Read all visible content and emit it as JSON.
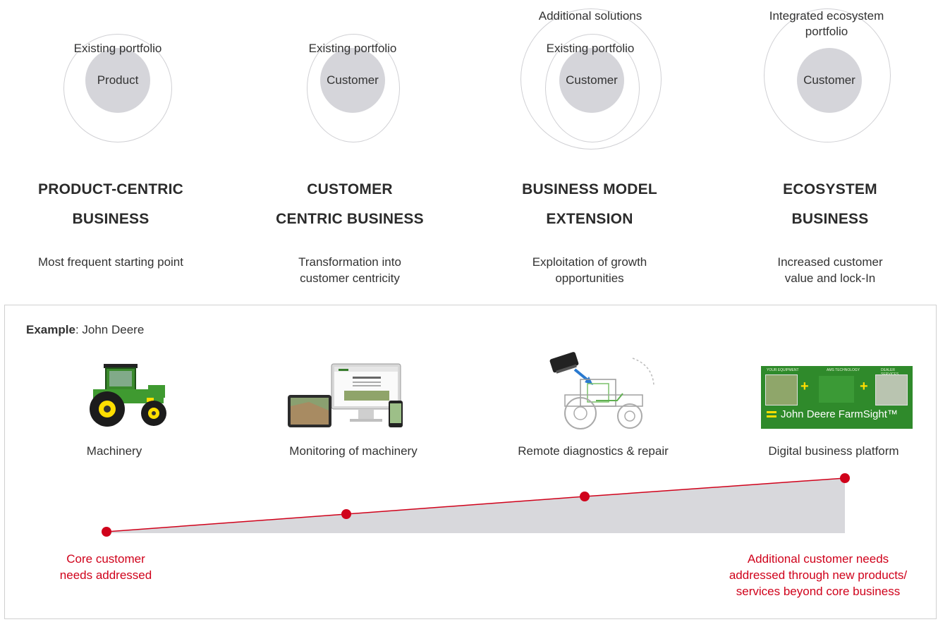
{
  "stages": [
    {
      "inner_label": "Product",
      "ring_label": "Existing portfolio",
      "title_line1": "PRODUCT-CENTRIC",
      "title_line2": "BUSINESS",
      "desc_line1": "Most frequent starting point",
      "desc_line2": ""
    },
    {
      "inner_label": "Customer",
      "ring_label": "Existing portfolio",
      "title_line1": "CUSTOMER",
      "title_line2": "CENTRIC BUSINESS",
      "desc_line1": "Transformation into",
      "desc_line2": "customer centricity"
    },
    {
      "inner_label": "Customer",
      "ring_label": "Existing portfolio",
      "outer_label": "Additional solutions",
      "title_line1": "BUSINESS MODEL",
      "title_line2": "EXTENSION",
      "desc_line1": "Exploitation of growth",
      "desc_line2": "opportunities"
    },
    {
      "inner_label": "Customer",
      "outer_label_line1": "Integrated ecosystem",
      "outer_label_line2": "portfolio",
      "title_line1": "ECOSYSTEM",
      "title_line2": "BUSINESS",
      "desc_line1": "Increased customer",
      "desc_line2": "value and lock-In"
    }
  ],
  "example": {
    "prefix": "Example",
    "company": ": John Deere",
    "items": [
      {
        "caption": "Machinery",
        "icon": "tractor-icon"
      },
      {
        "caption": "Monitoring of machinery",
        "icon": "devices-icon"
      },
      {
        "caption": "Remote diagnostics & repair",
        "icon": "diagnostics-icon"
      },
      {
        "caption": "Digital business platform",
        "icon": "farmsight-banner"
      }
    ],
    "banner": {
      "col1": "YOUR EQUIPMENT",
      "col2": "AMS TECHNOLOGY",
      "col3": "DEALER SERVICES",
      "brand": "John Deere FarmSight™"
    },
    "progress": {
      "points": [
        0,
        1,
        2,
        3
      ],
      "start_label_line1": "Core customer",
      "start_label_line2": "needs addressed",
      "end_label_line1": "Additional customer needs",
      "end_label_line2": "addressed through new products/",
      "end_label_line3": "services beyond core business"
    }
  },
  "colors": {
    "accent_red": "#d0021b",
    "ring_gray": "#d0d0d4",
    "core_gray": "#d5d5da",
    "jd_green": "#367c2b",
    "jd_yellow": "#ffde00"
  }
}
